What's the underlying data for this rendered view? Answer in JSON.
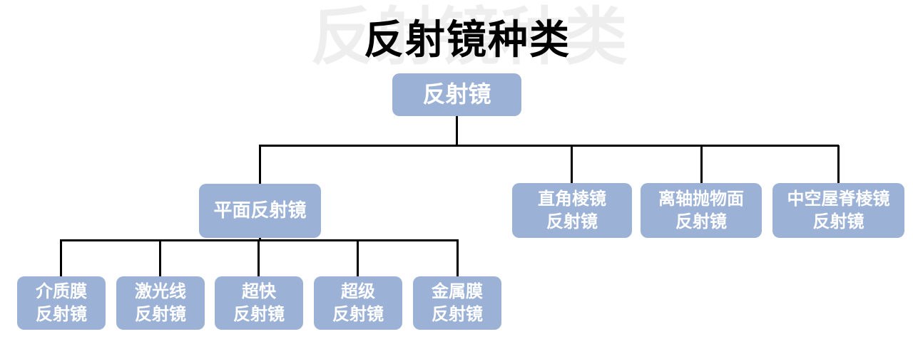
{
  "title": {
    "text": "反射镜种类",
    "watermark_text": "反射镜种类"
  },
  "colors": {
    "node_fill": "#9BB1D6",
    "node_text": "#FFFFFF",
    "connector": "#000000",
    "title_text": "#000000",
    "watermark": "#EEEEEE",
    "background": "#FFFFFF"
  },
  "tree": {
    "root": {
      "label": "反射镜"
    },
    "level1": [
      {
        "id": "plane-mirror",
        "lines": [
          "平面反射镜"
        ]
      },
      {
        "id": "right-angle-prism-mirror",
        "lines": [
          "直角棱镜",
          "反射镜"
        ]
      },
      {
        "id": "off-axis-parabolic-mirror",
        "lines": [
          "离轴抛物面",
          "反射镜"
        ]
      },
      {
        "id": "hollow-roof-prism-mirror",
        "lines": [
          "中空屋脊棱镜",
          "反射镜"
        ]
      }
    ],
    "level2_parent": "平面反射镜",
    "level2": [
      {
        "id": "dielectric-film-mirror",
        "lines": [
          "介质膜",
          "反射镜"
        ]
      },
      {
        "id": "laser-line-mirror",
        "lines": [
          "激光线",
          "反射镜"
        ]
      },
      {
        "id": "ultrafast-mirror",
        "lines": [
          "超快",
          "反射镜"
        ]
      },
      {
        "id": "super-mirror",
        "lines": [
          "超级",
          "反射镜"
        ]
      },
      {
        "id": "metal-film-mirror",
        "lines": [
          "金属膜",
          "反射镜"
        ]
      }
    ]
  }
}
